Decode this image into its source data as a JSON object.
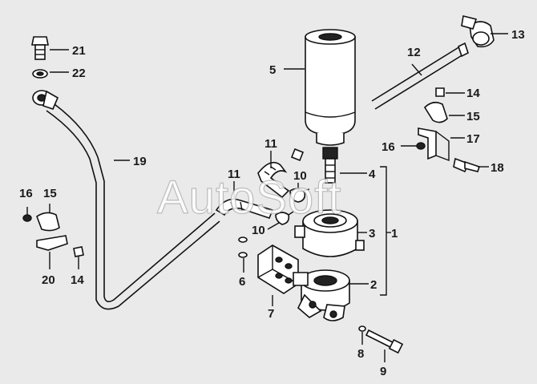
{
  "watermark": "AutoSoft",
  "callouts": {
    "c1": "1",
    "c2": "2",
    "c3": "3",
    "c4": "4",
    "c5": "5",
    "c6": "6",
    "c7": "7",
    "c8": "8",
    "c9": "9",
    "c10a": "10",
    "c10b": "10",
    "c11a": "11",
    "c11b": "11",
    "c12": "12",
    "c13": "13",
    "c14a": "14",
    "c14b": "14",
    "c15a": "15",
    "c15b": "15",
    "c16a": "16",
    "c16b": "16",
    "c17": "17",
    "c18": "18",
    "c19": "19",
    "c20": "20",
    "c21": "21",
    "c22": "22"
  }
}
